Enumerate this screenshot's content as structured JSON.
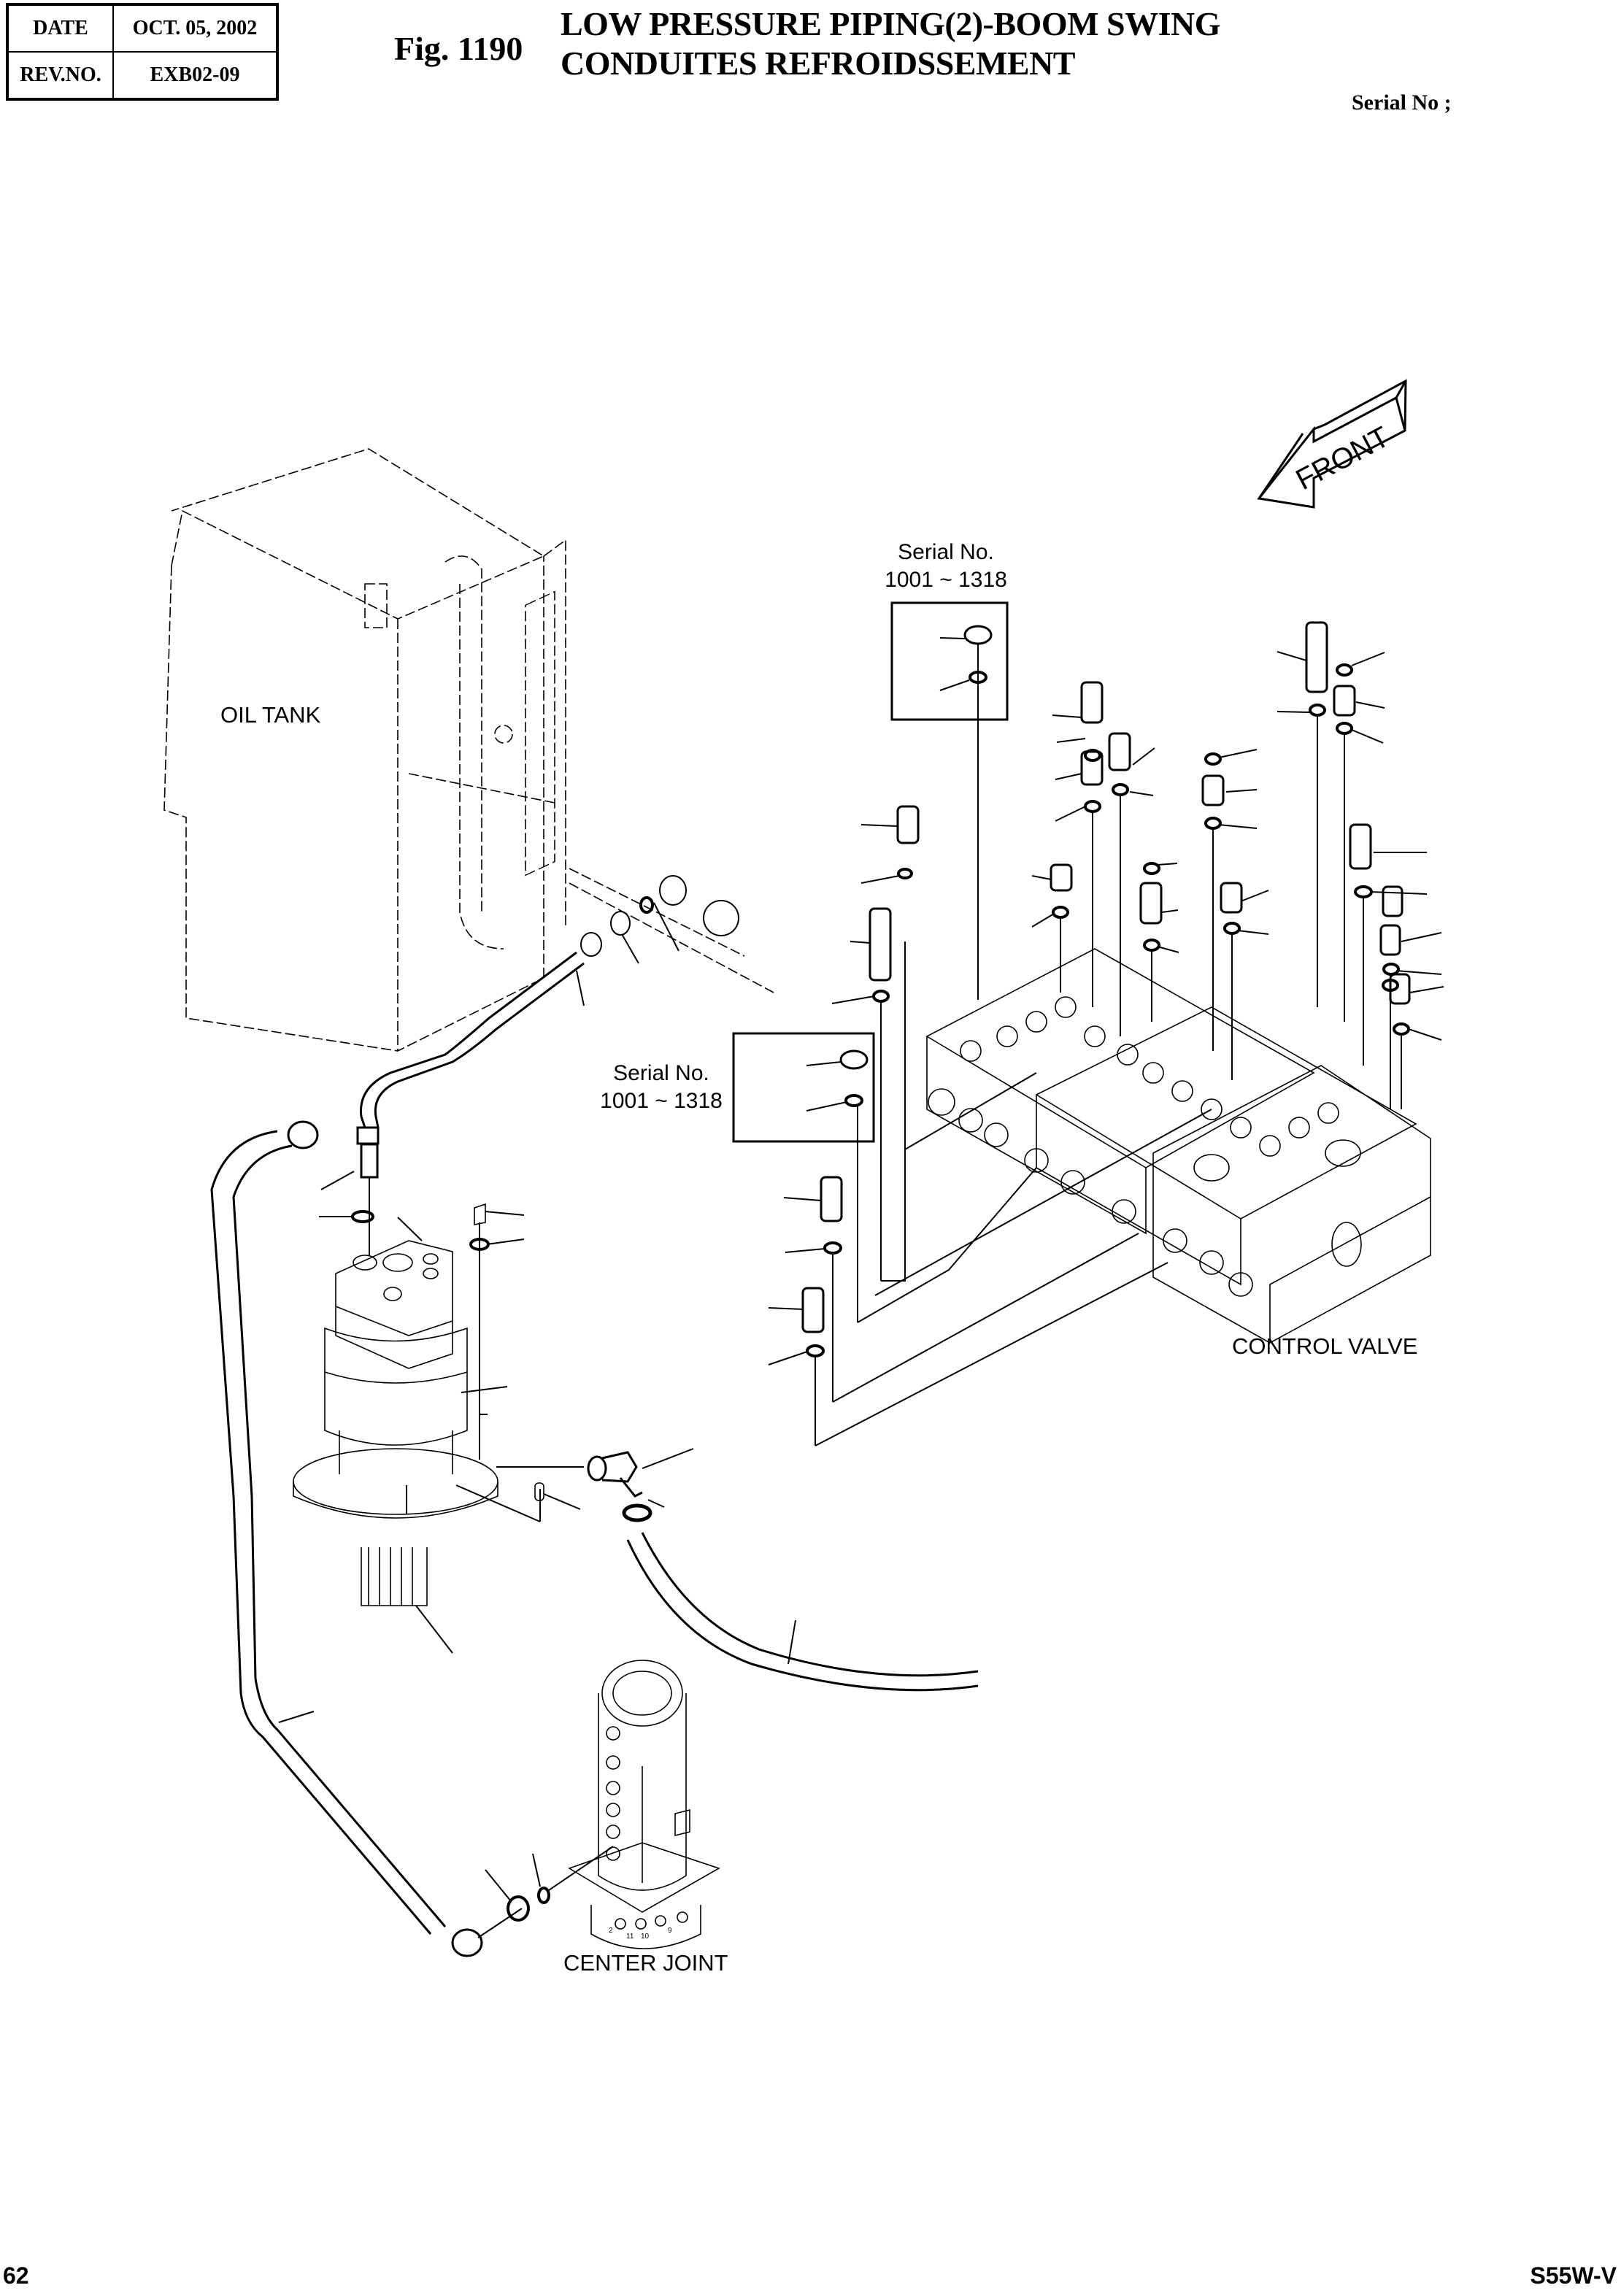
{
  "header": {
    "date_label": "DATE",
    "date_value": "OCT. 05, 2002",
    "rev_label": "REV.NO.",
    "rev_value": "EXB02-09",
    "figure_number": "Fig. 1190",
    "title_line1": "LOW PRESSURE PIPING(2)-BOOM SWING",
    "title_line2": "CONDUITES REFROIDSSEMENT",
    "serial_label": "Serial No ;"
  },
  "diagram": {
    "front_indicator": "FRONT",
    "components": {
      "oil_tank": "OIL TANK",
      "control_valve": "CONTROL VALVE",
      "center_joint": "CENTER JOINT"
    },
    "serial_notes": [
      {
        "line1": "Serial No.",
        "line2": "1001 ~ 1318"
      },
      {
        "line1": "Serial No.",
        "line2": "1001 ~ 1318"
      }
    ],
    "center_joint_port_numbers": [
      "2",
      "11",
      "10",
      "9"
    ]
  },
  "footer": {
    "page_number": "62",
    "model": "S55W-V"
  }
}
